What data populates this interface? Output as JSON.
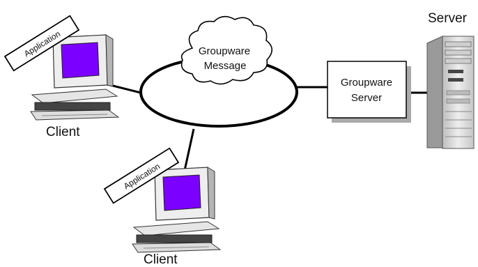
{
  "diagram": {
    "clients": [
      {
        "label": "Client",
        "tag": "Application"
      },
      {
        "label": "Client",
        "tag": "Application"
      }
    ],
    "cloud": {
      "line1": "Groupware",
      "line2": "Message"
    },
    "groupware_server_box": {
      "line1": "Groupware",
      "line2": "Server"
    },
    "server": {
      "label": "Server"
    }
  },
  "colors": {
    "screen": "#7b00ff",
    "line": "#000000",
    "monitor_body": "#eeeeee",
    "server_body": "#e4e4e4",
    "box_shadow": "#aaaaaa"
  },
  "icons": [
    "computer-icon",
    "server-tower-icon",
    "cloud-icon",
    "application-tag"
  ]
}
